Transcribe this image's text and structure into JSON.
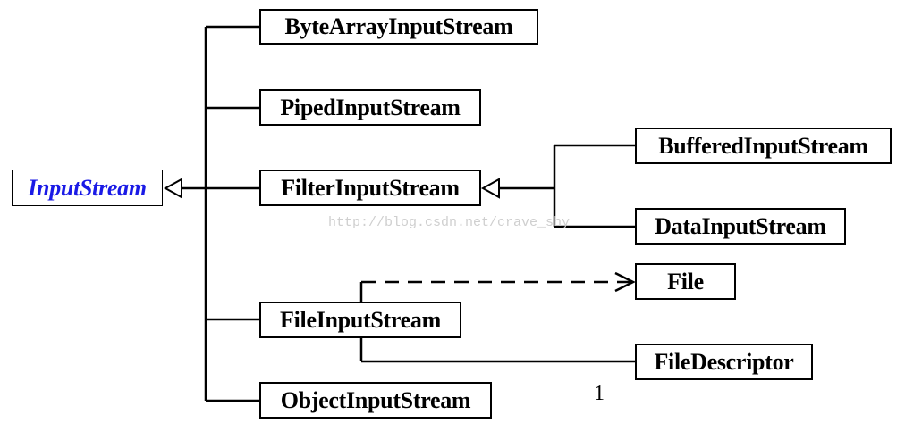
{
  "root": {
    "label": "InputStream"
  },
  "children": {
    "byte_array": "ByteArrayInputStream",
    "piped": "PipedInputStream",
    "filter": "FilterInputStream",
    "file": "FileInputStream",
    "object": "ObjectInputStream"
  },
  "filter_children": {
    "buffered": "BufferedInputStream",
    "data": "DataInputStream"
  },
  "file_refs": {
    "file": "File",
    "file_descriptor": "FileDescriptor"
  },
  "watermark": "http://blog.csdn.net/crave_shy",
  "page_number": "1"
}
